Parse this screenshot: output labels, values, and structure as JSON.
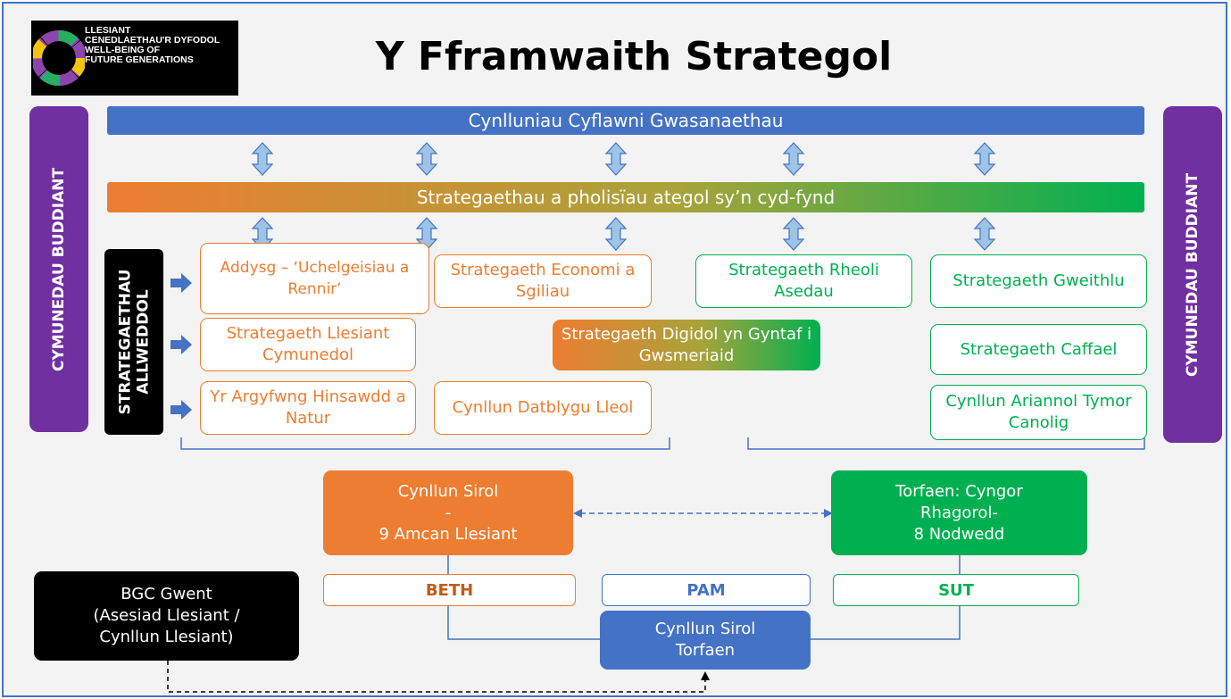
{
  "title": "Y Fframwaith Strategol",
  "logo": {
    "text": "LLESIANT\nCENEDLAETHAU'R DYFODOL\nWELL-BEING OF\nFUTURE GENERATIONS"
  },
  "bands": {
    "service_plans": "Cynlluniau Cyflawni Gwasanaethau",
    "strategies": "Strategaethau a pholisïau ategol sy’n cyd-fynd"
  },
  "side": {
    "left": "CYMUNEDAU BUDDIANT",
    "right": "CYMUNEDAU BUDDIANT"
  },
  "key_strategies": {
    "line1": "STRATEGAETHAU",
    "line2": "ALLWEDDOL"
  },
  "strategy_boxes": {
    "education": "Addysg – ‘Uchelgeisiau a Rennir’",
    "economy": "Strategaeth Economi a Sgiliau",
    "assets": "Strategaeth Rheoli Asedau",
    "workforce": "Strategaeth Gweithlu",
    "wellbeing": "Strategaeth Llesiant Cymunedol",
    "digital": "Strategaeth Digidol yn Gyntaf i Gwsmeriaid",
    "procurement": "Strategaeth Caffael",
    "climate": "Yr Argyfwng Hinsawdd a Natur",
    "ldp": "Cynllun Datblygu Lleol",
    "mtfp": "Cynllun Ariannol Tymor Canolig"
  },
  "county_plan": {
    "line1": "Cynllun Sirol",
    "line2": "-",
    "line3": "9 Amcan Llesiant"
  },
  "torfaen": {
    "line1": "Torfaen: Cyngor",
    "line2": "Rhagorol-",
    "line3": "8 Nodwedd"
  },
  "labels": {
    "what": "BETH",
    "why": "PAM",
    "how": "SUT"
  },
  "torfaen_plan": {
    "line1": "Cynllun Sirol",
    "line2": "Torfaen"
  },
  "psb": {
    "line1": "BGC Gwent",
    "line2": "(Asesiad Llesiant /",
    "line3": "Cynllun Llesiant)"
  },
  "colors": {
    "blue": "#4472c4",
    "orange": "#ed7d31",
    "green": "#00b050",
    "purple": "#7030a0",
    "arrow_fill": "#9dc3e6",
    "black": "#000000"
  }
}
